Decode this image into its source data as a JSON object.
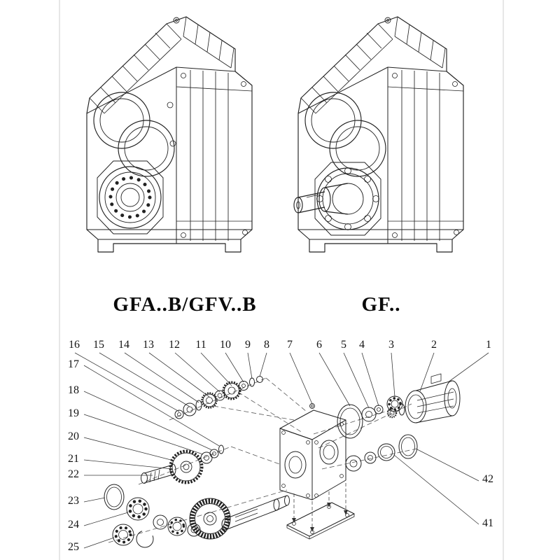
{
  "page": {
    "background_color": "#ffffff",
    "ink_color": "#222222"
  },
  "models": {
    "left_label": "GFA..B/GFV..B",
    "right_label": "GF.."
  },
  "exploded": {
    "top_numbers": [
      "16",
      "15",
      "14",
      "13",
      "12",
      "11",
      "10",
      "9",
      "8",
      "7",
      "6",
      "5",
      "4",
      "3",
      "2",
      "1"
    ],
    "left_numbers": [
      "17",
      "18",
      "19",
      "20",
      "21",
      "22",
      "23",
      "24",
      "25"
    ],
    "right_numbers": [
      "42",
      "41"
    ]
  }
}
